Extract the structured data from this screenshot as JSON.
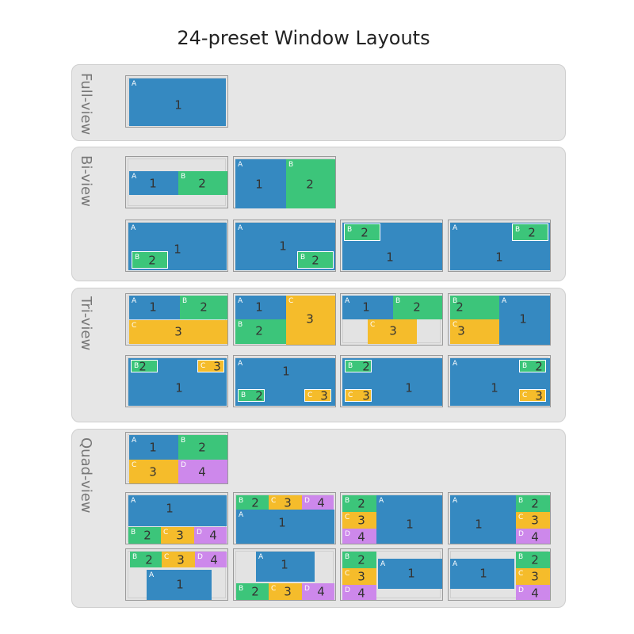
{
  "title": "24-preset Window Layouts",
  "groups": [
    {
      "id": "full",
      "label": "Full-view"
    },
    {
      "id": "bi",
      "label": "Bi-view"
    },
    {
      "id": "tri",
      "label": "Tri-view"
    },
    {
      "id": "quad",
      "label": "Quad-view"
    }
  ],
  "pane_colors": {
    "A": "#3589c1",
    "B": "#3cc57a",
    "C": "#f5bc2b",
    "D": "#cd88eb"
  },
  "panes": {
    "A": {
      "letter": "A",
      "number": "1"
    },
    "B": {
      "letter": "B",
      "number": "2"
    },
    "C": {
      "letter": "C",
      "number": "3"
    },
    "D": {
      "letter": "D",
      "number": "4"
    }
  }
}
